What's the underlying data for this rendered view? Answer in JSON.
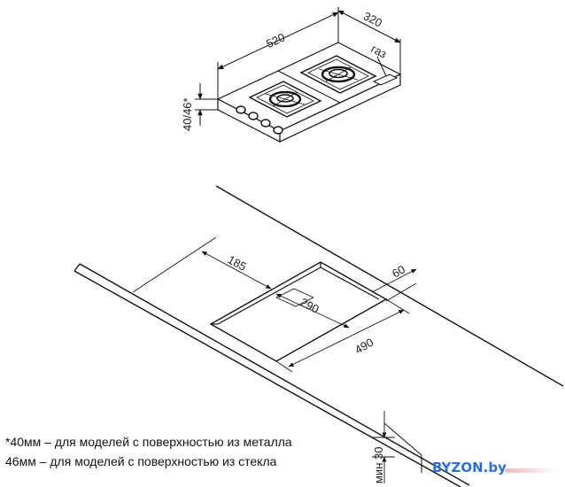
{
  "hob": {
    "width_label": "520",
    "depth_label": "320",
    "height_label": "40/46*",
    "gas_label": "газ"
  },
  "cutout": {
    "offset_label": "185",
    "edge_label": "60",
    "width_label": "290",
    "depth_label": "490",
    "min_label": "мин 30"
  },
  "notes": {
    "line1": "*40мм – для моделей с поверхностью  из металла",
    "line2": "46мм – для моделей с поверхностью  из стекла"
  },
  "watermark": {
    "text": "BYZON.by"
  },
  "colors": {
    "line": "#111111",
    "logo": "#2a6fd6"
  }
}
